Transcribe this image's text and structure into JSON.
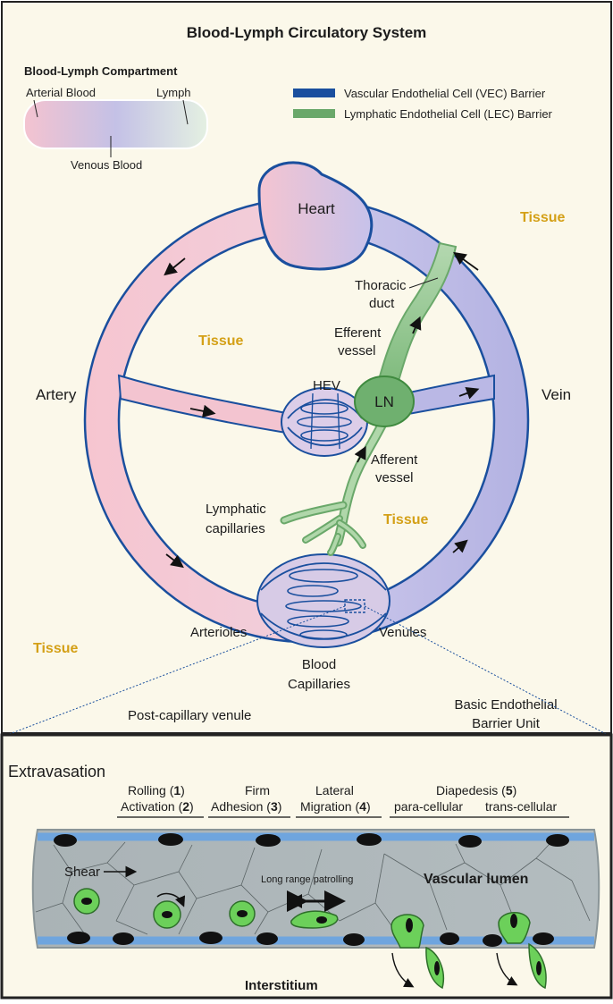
{
  "title": "Blood-Lymph Circulatory System",
  "compartment": {
    "heading": "Blood-Lymph Compartment",
    "arterial": "Arterial Blood",
    "lymph": "Lymph",
    "venous": "Venous Blood"
  },
  "legend": {
    "vec": "Vascular Endothelial Cell (VEC) Barrier",
    "lec": "Lymphatic Endothelial Cell (LEC) Barrier",
    "vec_color": "#1a4f9e",
    "lec_color": "#6aa86a"
  },
  "colors": {
    "arterial": "#f2c2cf",
    "venous": "#b7b5e3",
    "lymph": "#8ec48e",
    "tissue_bg": "#fbf8ea",
    "tissue_text": "#d4a017",
    "lumen": "#a9b3b5",
    "cell_green": "#6cd05a"
  },
  "labels": {
    "heart": "Heart",
    "tissue": "Tissue",
    "thoracic_1": "Thoracic",
    "thoracic_2": "duct",
    "efferent_1": "Efferent",
    "efferent_2": "vessel",
    "ln": "LN",
    "hev": "HEV",
    "artery": "Artery",
    "vein": "Vein",
    "afferent_1": "Afferent",
    "afferent_2": "vessel",
    "lymph_cap_1": "Lymphatic",
    "lymph_cap_2": "capillaries",
    "arterioles": "Arterioles",
    "venules": "Venules",
    "blood_cap_1": "Blood",
    "blood_cap_2": "Capillaries",
    "post_cap": "Post-capillary venule",
    "basic_1": "Basic Endothelial",
    "basic_2": "Barrier Unit"
  },
  "extravasation": {
    "title": "Extravasation",
    "rolling": "Rolling (",
    "rolling_n": "1",
    "activation": "Activation (",
    "activation_n": "2",
    "firm": "Firm",
    "adhesion": "Adhesion (",
    "adhesion_n": "3",
    "lateral": "Lateral",
    "migration": "Migration (",
    "migration_n": "4",
    "diapedesis": "Diapedesis (",
    "diapedesis_n": "5",
    "para": "para-cellular",
    "trans": "trans-cellular",
    "close": ")",
    "shear": "Shear",
    "patrol": "Long range patrolling",
    "lumen": "Vascular lumen",
    "interstitium": "Interstitium"
  }
}
